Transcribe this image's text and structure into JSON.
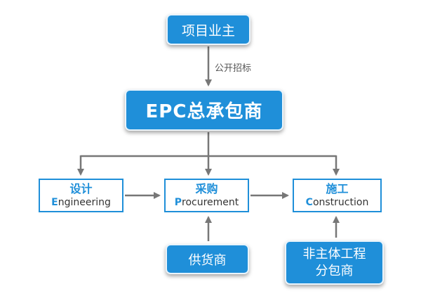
{
  "nodes": {
    "owner": "项目业主",
    "epc": "EPC总承包商",
    "design": {
      "cn": "设计",
      "en_first": "E",
      "en_rest": "ngineering"
    },
    "procurement": {
      "cn": "采购",
      "en_first": "P",
      "en_rest": "rocurement"
    },
    "construction": {
      "cn": "施工",
      "en_first": "C",
      "en_rest": "onstruction"
    },
    "supplier": "供货商",
    "subcontractor_line1": "非主体工程",
    "subcontractor_line2": "分包商"
  },
  "edges": {
    "tender_label": "公开招标"
  },
  "colors": {
    "primary_blue": "#1f8fd9",
    "arrow_gray": "#777777"
  }
}
